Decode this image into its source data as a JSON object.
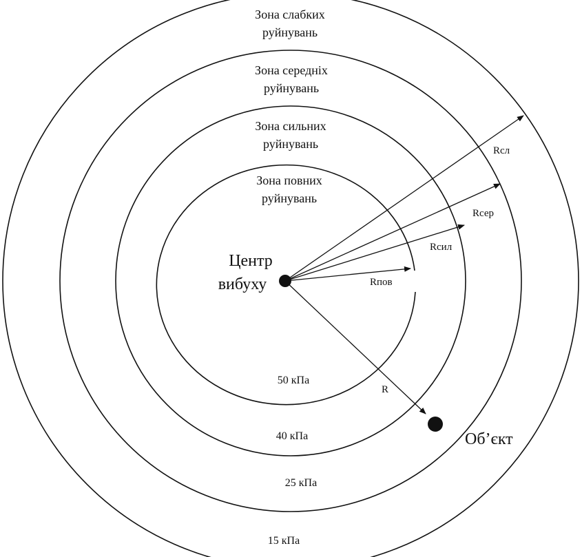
{
  "zones": {
    "weak": {
      "line1": "Зона слабких",
      "line2": "руйнувань"
    },
    "moderate": {
      "line1": "Зона середніх",
      "line2": "руйнувань"
    },
    "strong": {
      "line1": "Зона сильних",
      "line2": "руйнувань"
    },
    "total": {
      "line1": "Зона повних",
      "line2": "руйнувань"
    }
  },
  "pressures": {
    "total": "50 кПа",
    "strong": "40 кПа",
    "moderate": "25 кПа",
    "weak": "15 кПа"
  },
  "radii": {
    "weak": "Rсл",
    "moderate": "Rсер",
    "strong": "Rсил",
    "total": "Rпов",
    "object": "R"
  },
  "center": {
    "line1": "Центр",
    "line2": "вибуху"
  },
  "object_label": "Об’єкт",
  "colors": {
    "ink": "#111111",
    "background": "#ffffff"
  }
}
